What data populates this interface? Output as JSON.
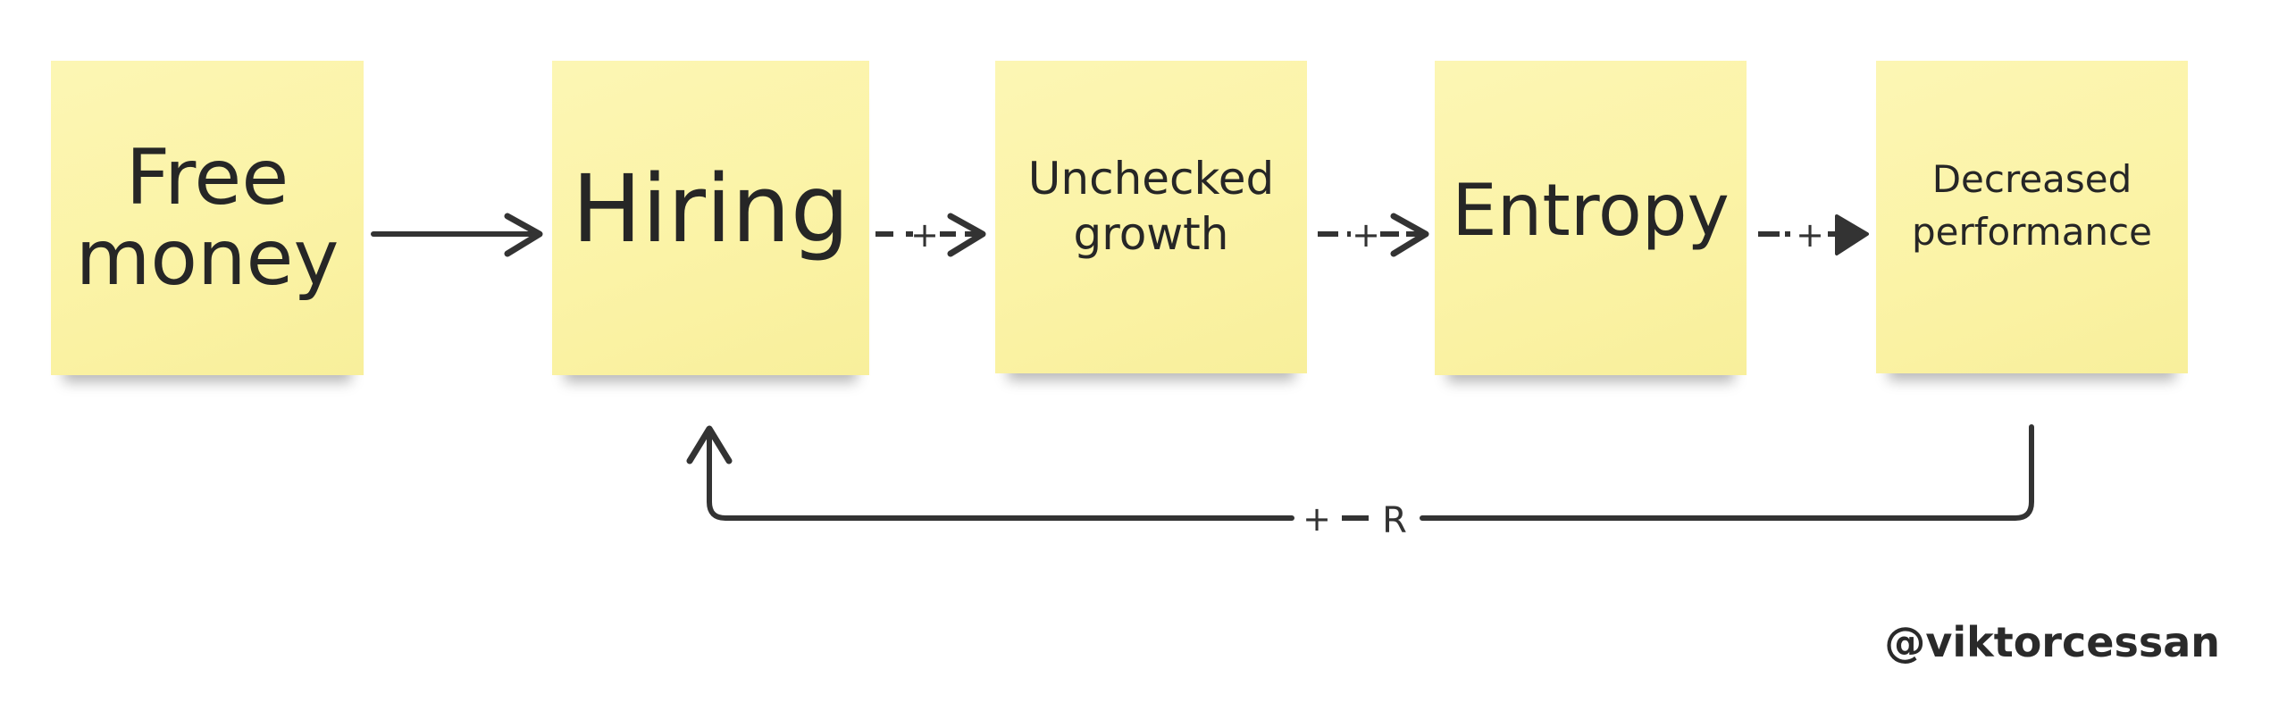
{
  "nodes": [
    {
      "id": "free_money",
      "label": "Free\nmoney"
    },
    {
      "id": "hiring",
      "label": "Hiring"
    },
    {
      "id": "unchecked_growth",
      "label": "Unchecked\ngrowth"
    },
    {
      "id": "entropy",
      "label": "Entropy"
    },
    {
      "id": "decreased_performance",
      "label": "Decreased\nperformance"
    }
  ],
  "edges": [
    {
      "from": "free_money",
      "to": "hiring",
      "style": "solid",
      "polarity": ""
    },
    {
      "from": "hiring",
      "to": "unchecked_growth",
      "style": "dashed",
      "polarity": "+"
    },
    {
      "from": "unchecked_growth",
      "to": "entropy",
      "style": "dashed",
      "polarity": "+"
    },
    {
      "from": "entropy",
      "to": "decreased_performance",
      "style": "dashed",
      "polarity": "+"
    },
    {
      "from": "decreased_performance",
      "to": "hiring",
      "style": "solid",
      "polarity": "+",
      "loop_label": "R"
    }
  ],
  "credit": "@viktorcessan",
  "colors": {
    "sticky_note": "#fbf3a6",
    "arrow": "#333333",
    "text": "#222222"
  }
}
